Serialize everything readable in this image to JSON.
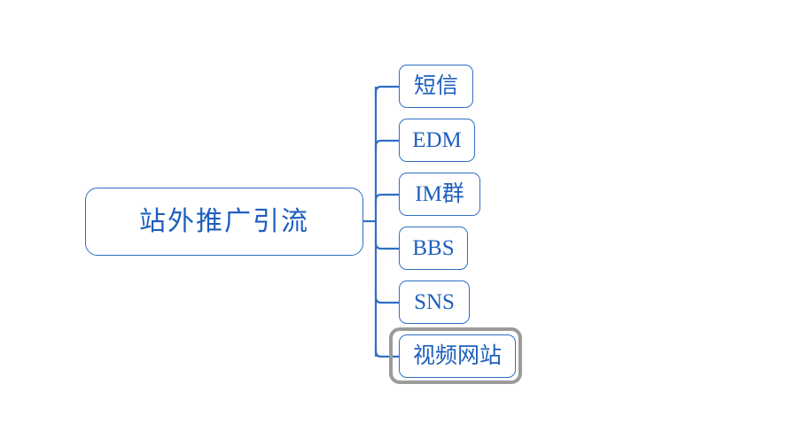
{
  "diagram": {
    "type": "mind-map",
    "title": "站外推广引流",
    "background_color": "#ffffff",
    "node_border_color": "#2e6fc4",
    "node_text_color": "#1e5fbe",
    "connector_color": "#2e6fc4",
    "selection_color": "#9b9b9b",
    "root": {
      "label": "站外推广引流"
    },
    "children": [
      {
        "label": "短信",
        "selected": false
      },
      {
        "label": "EDM",
        "selected": false
      },
      {
        "label": "IM群",
        "selected": false
      },
      {
        "label": "BBS",
        "selected": false
      },
      {
        "label": "SNS",
        "selected": false
      },
      {
        "label": "视频网站",
        "selected": true
      }
    ]
  }
}
